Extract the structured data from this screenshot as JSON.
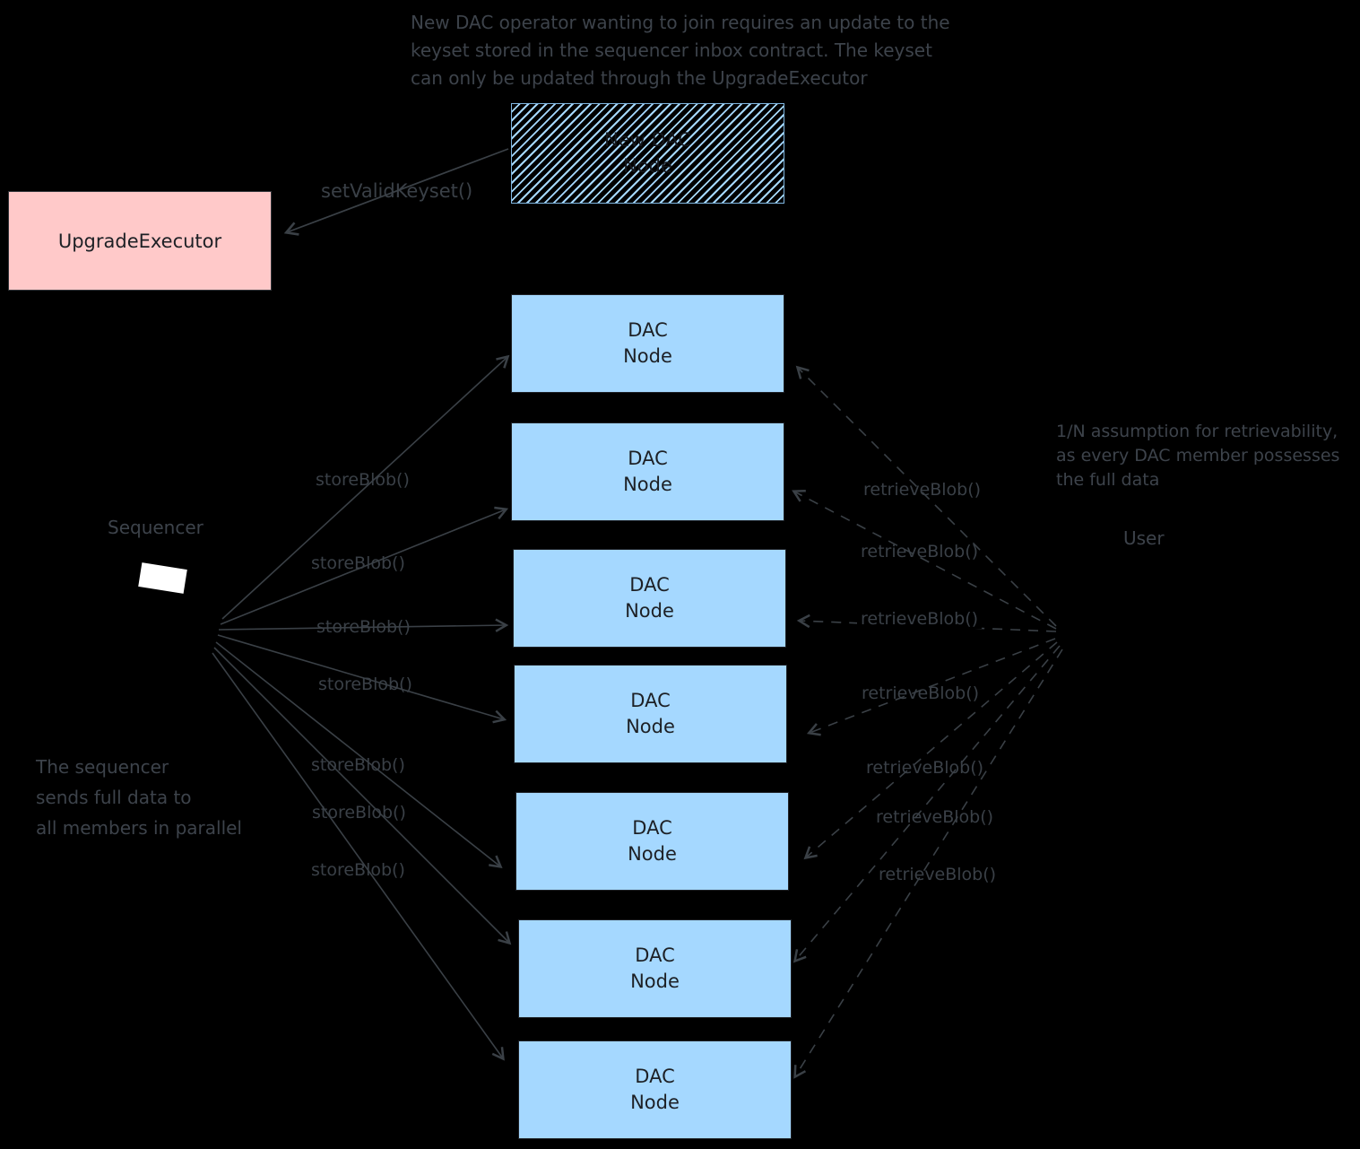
{
  "diagram": {
    "background": "#000000",
    "top_note": {
      "lines": [
        "New DAC operator wanting to join requires an update to the",
        "keyset stored in the sequencer inbox contract. The keyset",
        "can only be updated through the UpgradeExecutor"
      ]
    },
    "left_note": {
      "lines": [
        "The sequencer",
        "sends full data to",
        "all members in parallel"
      ]
    },
    "right_note": {
      "lines": [
        "1/N assumption for retrievability,",
        "as every DAC member possesses",
        "the full data"
      ]
    },
    "upgrade_executor": {
      "label": "UpgradeExecutor",
      "fill": "#ffc9c9"
    },
    "new_dac_node": {
      "line1": "New DAC",
      "line2": "Node",
      "stripe_color": "#a5d8ff"
    },
    "dac_node": {
      "line1": "DAC",
      "line2": "Node",
      "fill": "#a5d8ff",
      "count": 7
    },
    "sequencer": {
      "label": "Sequencer"
    },
    "user": {
      "label": "User"
    },
    "edge_labels": {
      "set_valid_keyset": "setValidKeyset()",
      "store_blob": "storeBlob()",
      "retrieve_blob": "retrieveBlob()"
    },
    "colors": {
      "ink": "#3d434b",
      "arrow": "#3a4046",
      "node_fill": "#a5d8ff",
      "executor_fill": "#ffc9c9"
    }
  }
}
